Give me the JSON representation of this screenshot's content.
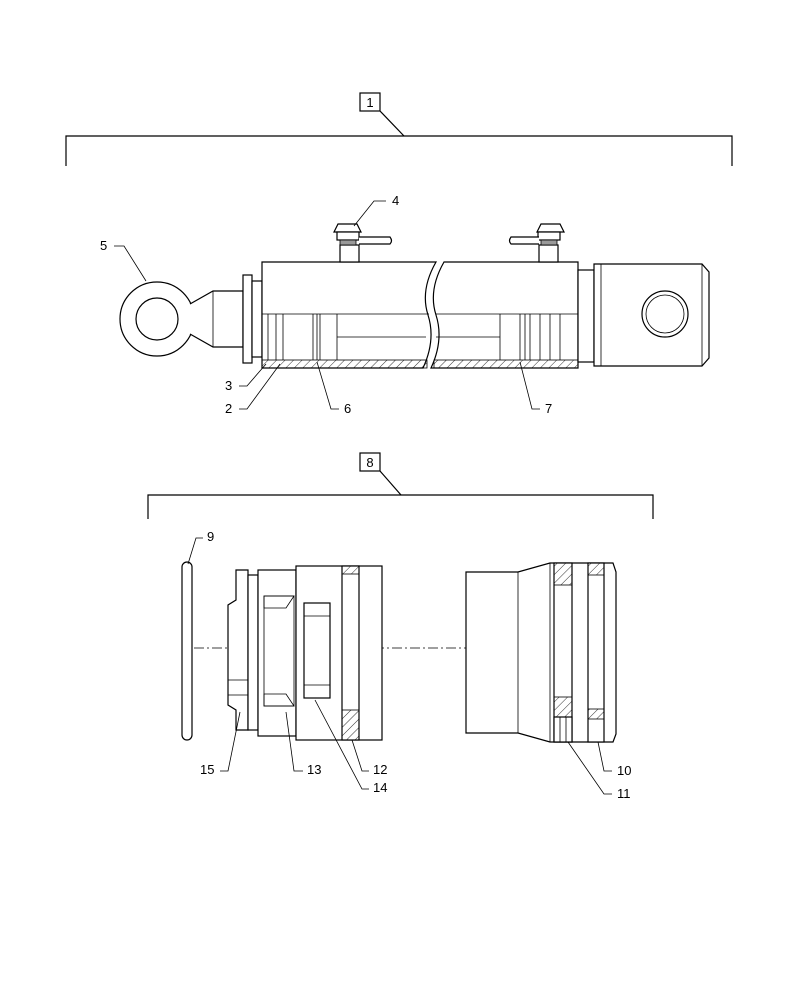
{
  "assemblies": [
    {
      "id": "assembly-1",
      "label": "1"
    },
    {
      "id": "assembly-8",
      "label": "8"
    }
  ],
  "callouts": [
    "2",
    "3",
    "4",
    "5",
    "6",
    "7",
    "9",
    "10",
    "11",
    "12",
    "13",
    "14",
    "15"
  ],
  "colors": {
    "line": "#000000",
    "hatch": "#000000",
    "background": "#ffffff",
    "fitting_gray": "#9a9a9a"
  }
}
